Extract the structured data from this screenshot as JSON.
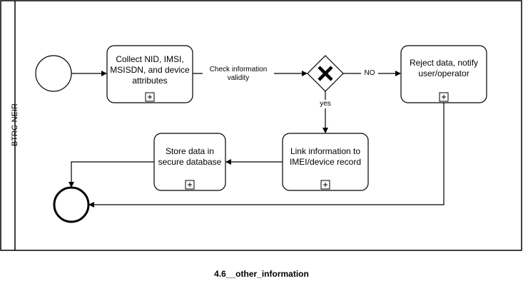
{
  "lane": {
    "label": "BTRC-NEIR"
  },
  "tasks": {
    "collect": "Collect NID, IMSI, MSISDN, and device attributes",
    "reject": "Reject data, notify user/operator",
    "link": "Link information to IMEI/device record",
    "store": "Store data in secure database"
  },
  "edges": {
    "check": "Check information validity",
    "no": "NO",
    "yes": "yes"
  },
  "caption": "4.6__other_information",
  "colors": {
    "stroke": "#000000",
    "fill": "#ffffff"
  }
}
